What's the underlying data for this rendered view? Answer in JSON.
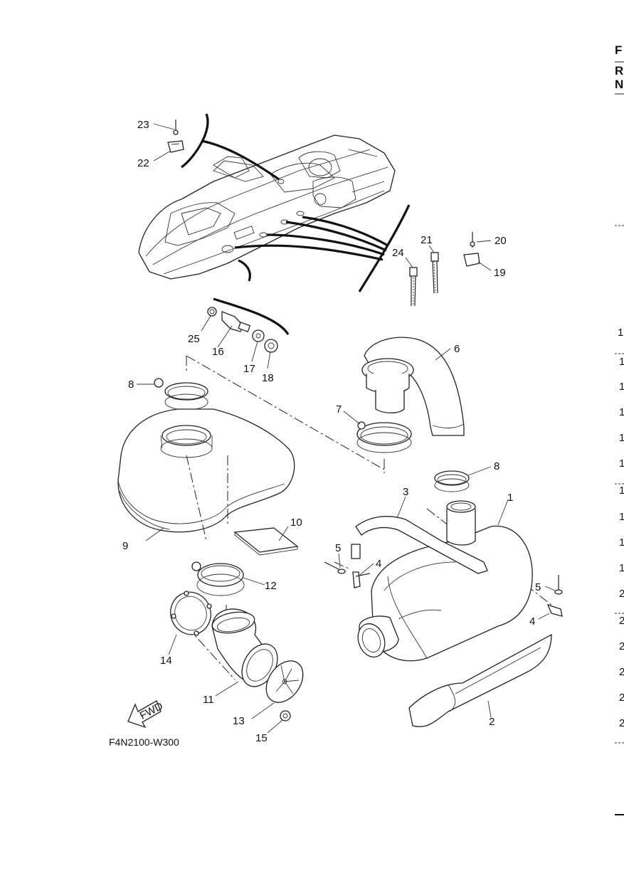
{
  "figure_code": "F4N2100-W300",
  "fwd_label": "FWD",
  "edge_letters": [
    "F",
    "R",
    "N"
  ],
  "edge_numbers": [
    "1",
    "1",
    "1",
    "1",
    "1",
    "1",
    "1",
    "1",
    "1",
    "1",
    "2",
    "2",
    "2",
    "2",
    "2",
    "2"
  ],
  "callouts": {
    "c1": "1",
    "c2": "2",
    "c3": "3",
    "c4a": "4",
    "c4b": "4",
    "c5a": "5",
    "c5b": "5",
    "c6": "6",
    "c7": "7",
    "c8a": "8",
    "c8b": "8",
    "c9": "9",
    "c10": "10",
    "c11": "11",
    "c12": "12",
    "c13": "13",
    "c14": "14",
    "c15": "15",
    "c16": "16",
    "c17": "17",
    "c18": "18",
    "c19": "19",
    "c20": "20",
    "c21": "21",
    "c22": "22",
    "c23": "23",
    "c24": "24",
    "c25": "25"
  }
}
